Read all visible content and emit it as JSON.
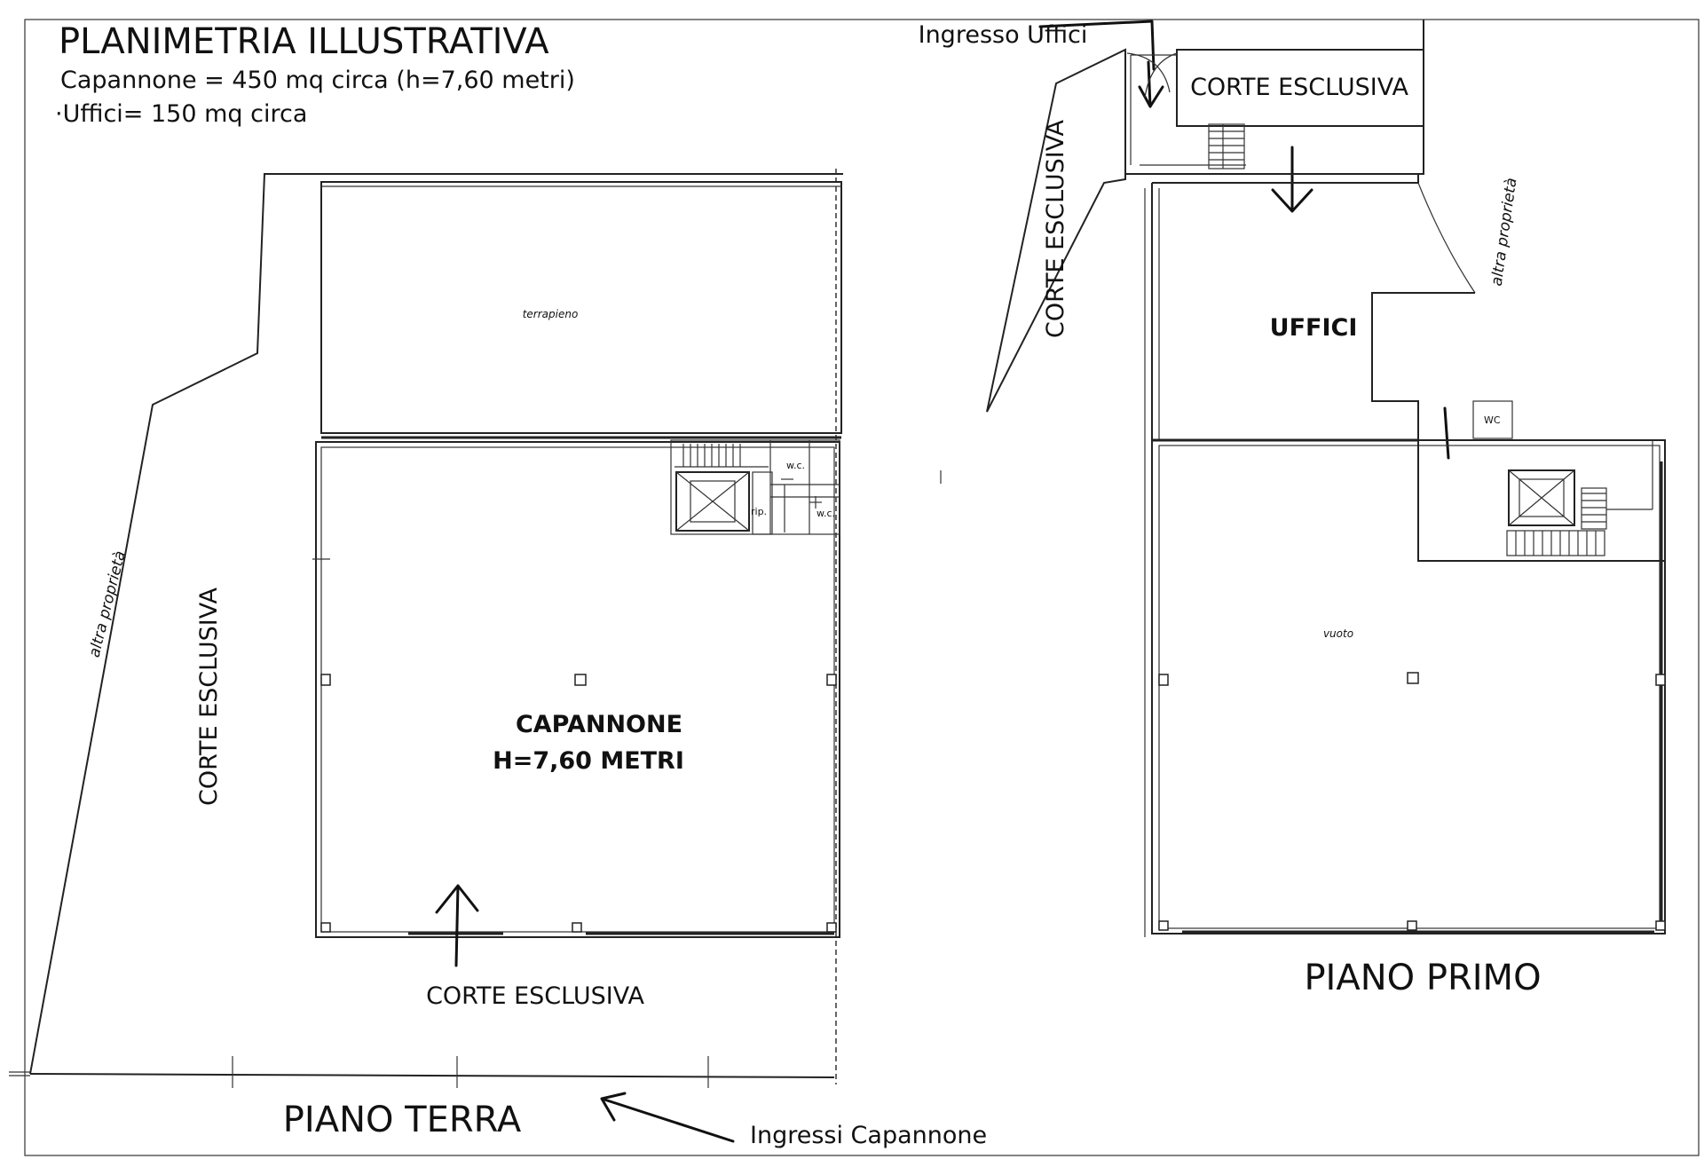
{
  "header": {
    "title": "PLANIMETRIA ILLUSTRATIVA",
    "line1": "Capannone = 450 mq circa (h=7,60 metri)",
    "line2": "·Uffici= 150 mq circa"
  },
  "ground_floor": {
    "floor_label": "PIANO TERRA",
    "side_court": "CORTE ESCLUSIVA",
    "front_court": "CORTE ESCLUSIVA",
    "other_property": "altra proprietà",
    "embankment": "terrapieno",
    "hall_label": "CAPANNONE",
    "hall_height": "H=7,60 METRI",
    "wc1": "w.c.",
    "wc2": "w.c.",
    "storage": "rip.",
    "entrances": "Ingressi Capannone"
  },
  "first_floor": {
    "floor_label": "PIANO PRIMO",
    "office_entrance": "Ingresso Uffici",
    "top_court": "CORTE ESCLUSIVA",
    "side_court": "CORTE ESCLUSIVA",
    "other_property": "altra proprietà",
    "offices": "UFFICI",
    "wc": "WC",
    "void": "vuoto"
  }
}
